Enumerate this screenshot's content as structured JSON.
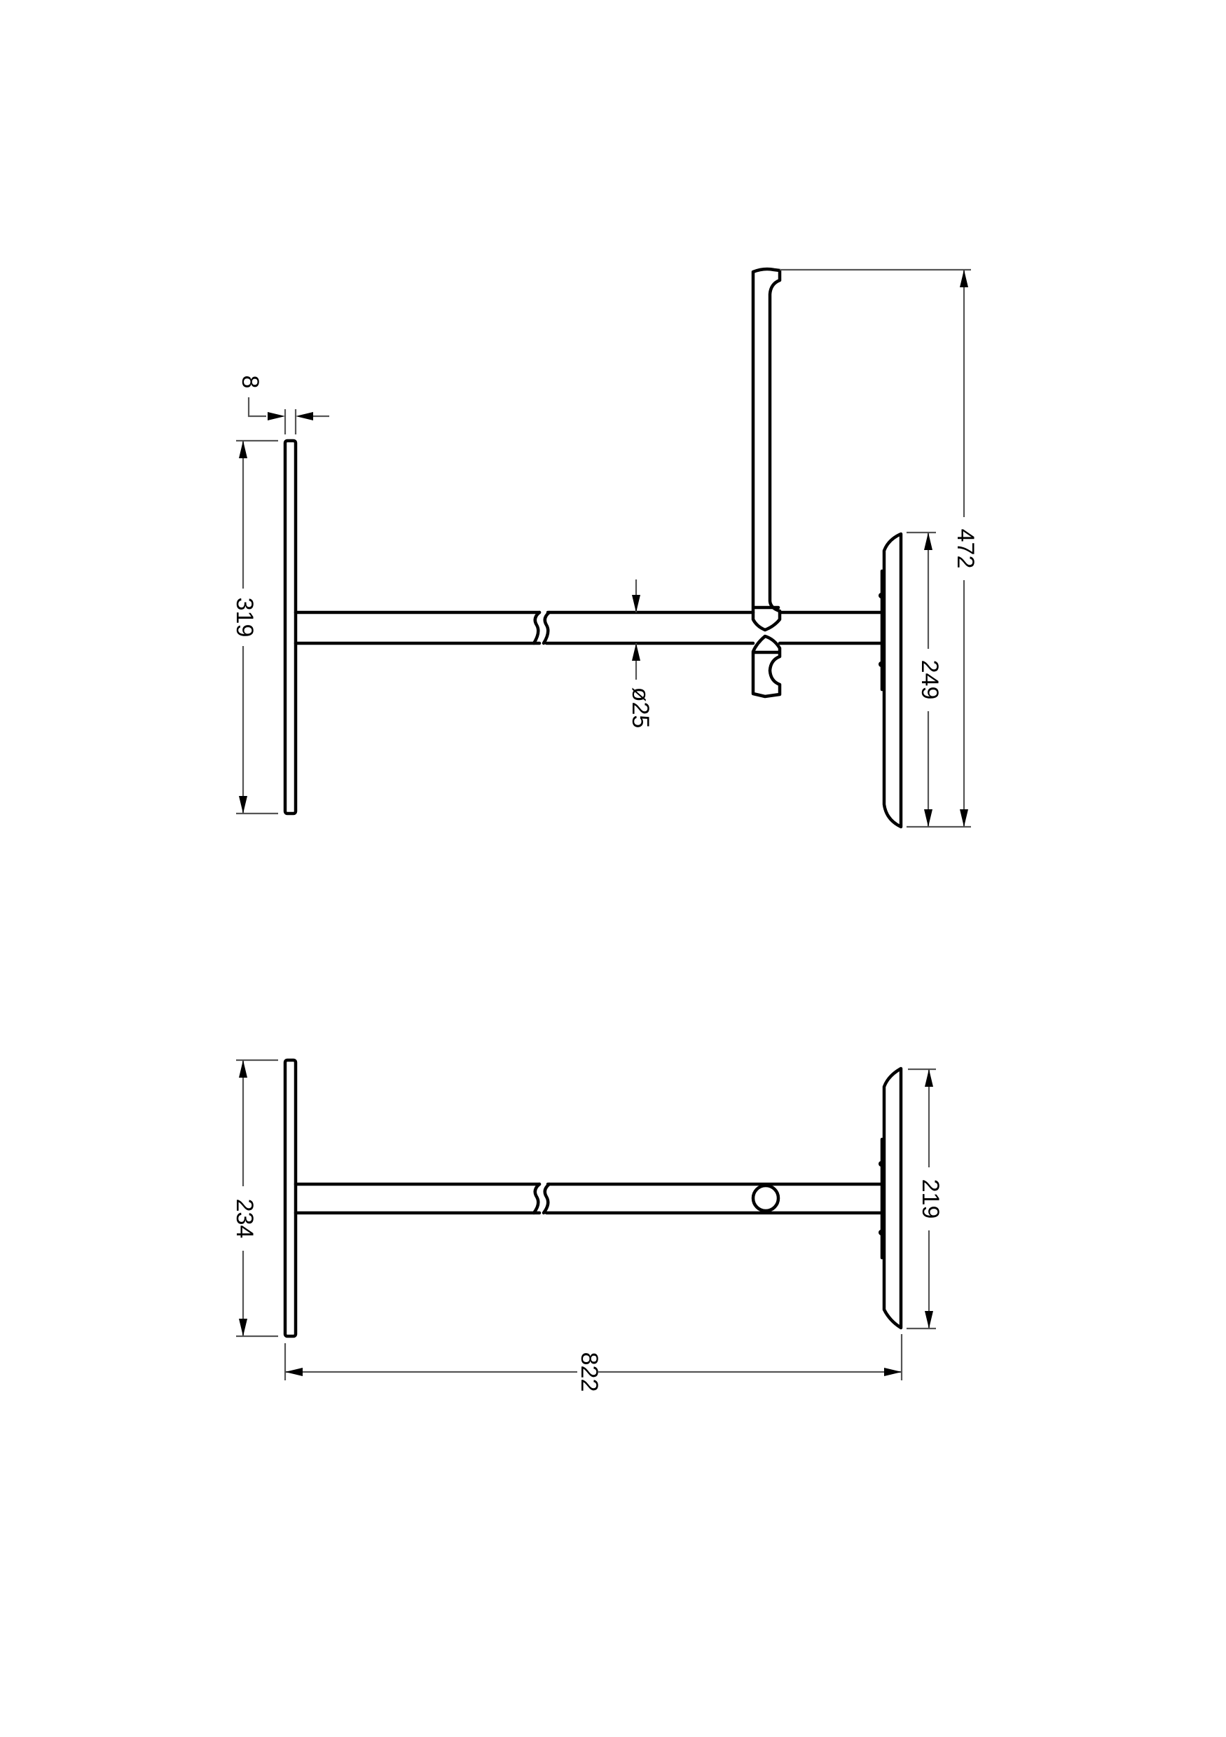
{
  "drawing": {
    "type": "technical dimension drawing",
    "subject": "wall-mounted rail with hook and end brackets",
    "units": "mm",
    "line_color": "#000000",
    "dimension_line_color": "#555555"
  },
  "views": [
    {
      "name": "top-view",
      "dimensions": {
        "plate_thickness": "8",
        "left_plate_height": "319",
        "tube_diameter": "ø25",
        "right_bracket_height": "249",
        "hook_total_height": "472"
      }
    },
    {
      "name": "front-view",
      "dimensions": {
        "left_plate_height": "234",
        "right_bracket_height": "219",
        "overall_length": "822"
      }
    }
  ]
}
